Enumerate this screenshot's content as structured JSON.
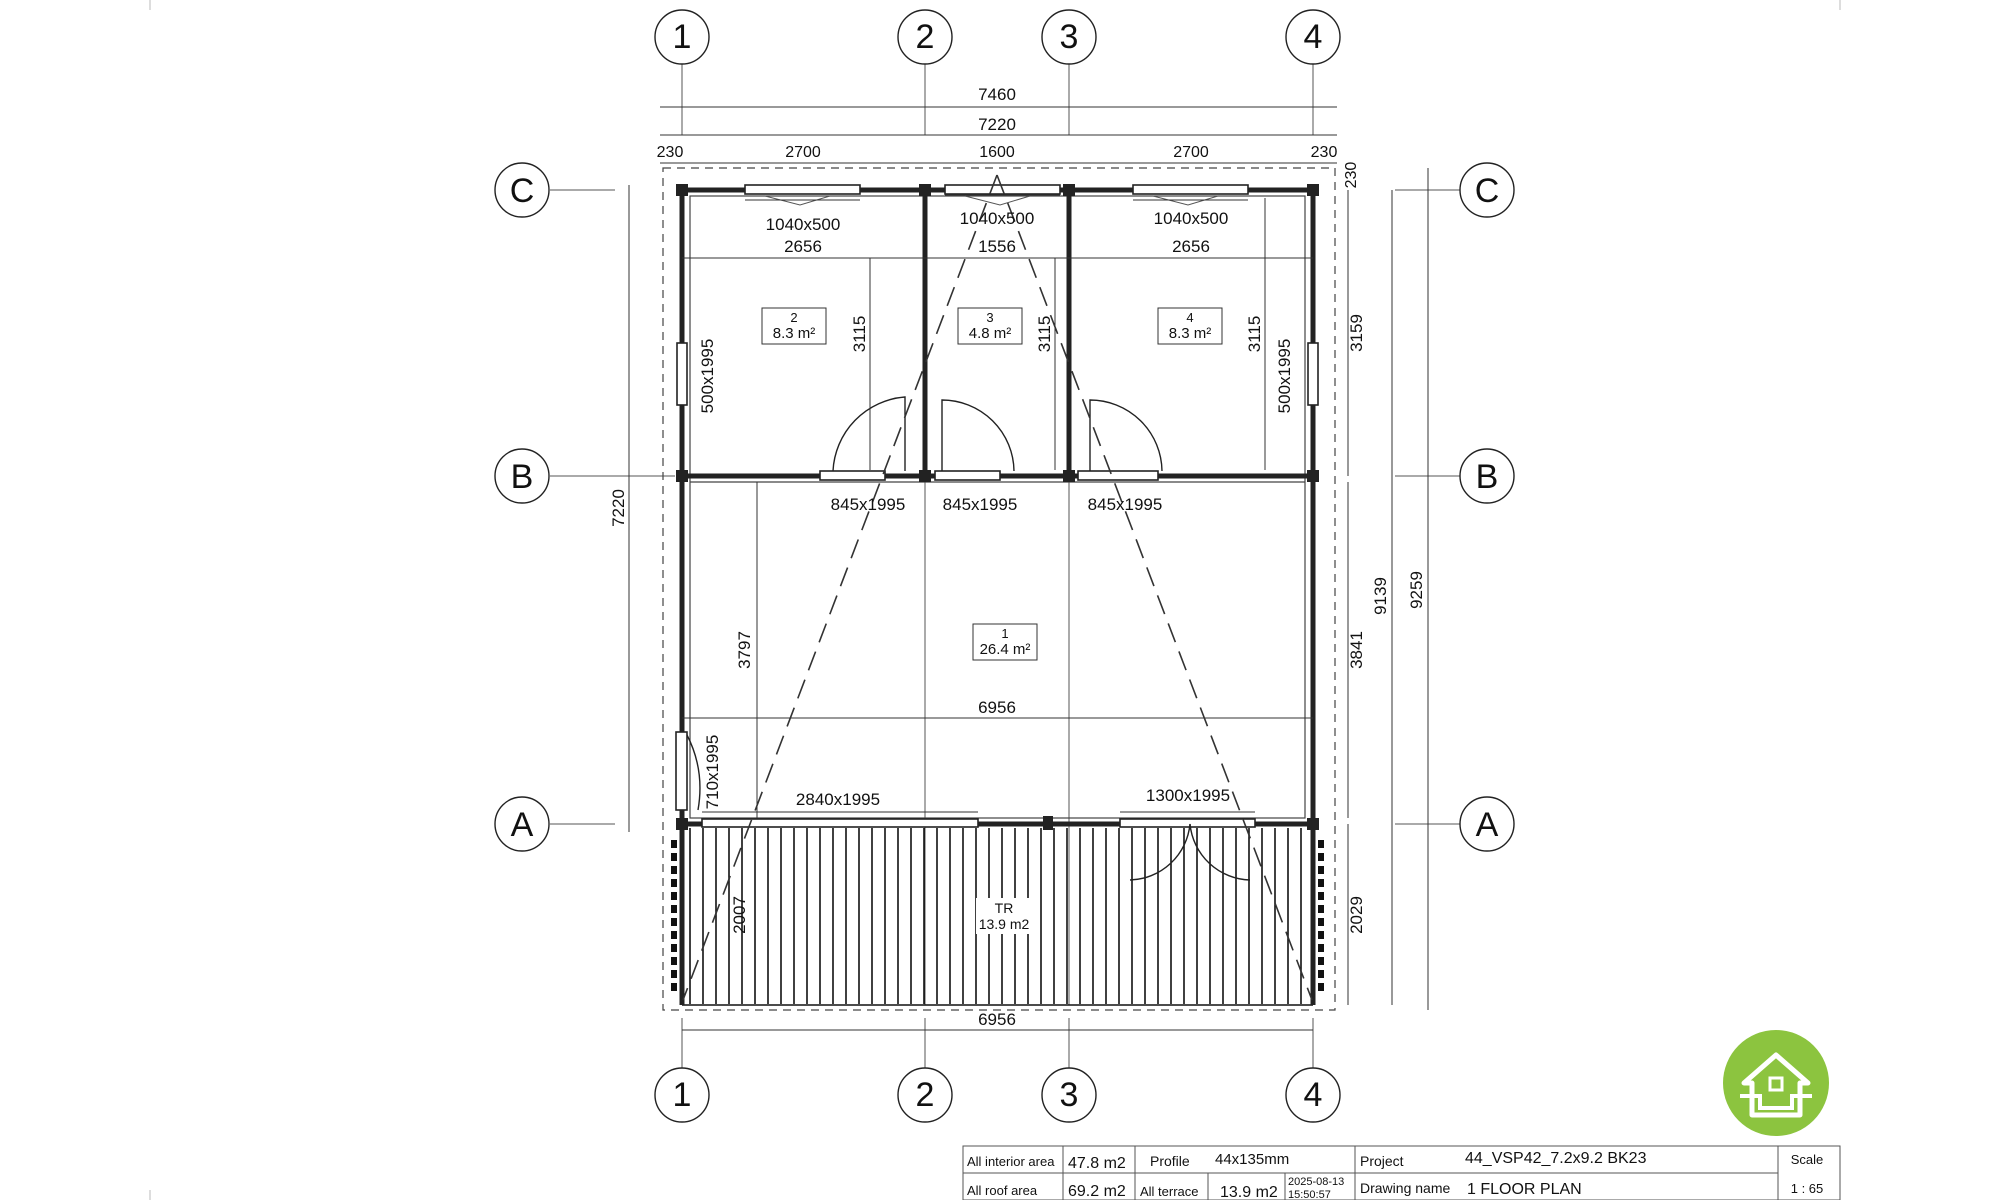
{
  "grid": {
    "columns": [
      "1",
      "2",
      "3",
      "4"
    ],
    "rows": [
      "C",
      "B",
      "A"
    ]
  },
  "dimensions": {
    "top_overall": "7460",
    "top_inner": "7220",
    "top_segments": [
      "230",
      "2700",
      "1600",
      "2700",
      "230"
    ],
    "room_widths": [
      "2656",
      "1556",
      "2656"
    ],
    "room_heights": [
      "3115",
      "3115",
      "3115"
    ],
    "left_total": "7220",
    "main_left_height": "3797",
    "main_right_height": "3841",
    "main_width": "6956",
    "terrace_height_left": "2007",
    "terrace_height_right": "2029",
    "bottom_width": "6956",
    "right_upper": "3159",
    "right_total_a": "9139",
    "right_total_b": "9259",
    "corner_offset": "230"
  },
  "windows": {
    "top": [
      "1040x500",
      "1040x500",
      "1040x500"
    ],
    "side_left": "500x1995",
    "side_right": "500x1995"
  },
  "doors": {
    "interior": [
      "845x1995",
      "845x1995",
      "845x1995"
    ],
    "left_side": "710x1995",
    "terrace_left": "2840x1995",
    "terrace_right": "1300x1995"
  },
  "rooms": [
    {
      "number": "2",
      "area": "8.3 m²"
    },
    {
      "number": "3",
      "area": "4.8 m²"
    },
    {
      "number": "4",
      "area": "8.3 m²"
    },
    {
      "number": "1",
      "area": "26.4 m²"
    }
  ],
  "terrace": {
    "label": "TR",
    "area": "13.9 m2"
  },
  "title_block": {
    "interior_label": "All interior area",
    "interior_value": "47.8 m2",
    "roof_label": "All roof area",
    "roof_value": "69.2 m2",
    "profile_label": "Profile",
    "profile_value": "44x135mm",
    "terrace_label": "All terrace",
    "terrace_value": "13.9 m2",
    "date": "2025-08-13",
    "time": "15:50:57",
    "project_label": "Project",
    "project_value": "44_VSP42_7.2x9.2 BK23",
    "drawing_label": "Drawing name",
    "drawing_value": "1 FLOOR PLAN",
    "scale_label": "Scale",
    "scale_value": "1 : 65"
  },
  "colors": {
    "logo_green": "#8cc43f",
    "line": "#222222"
  },
  "icons": {
    "logo": "house-logo-icon"
  }
}
